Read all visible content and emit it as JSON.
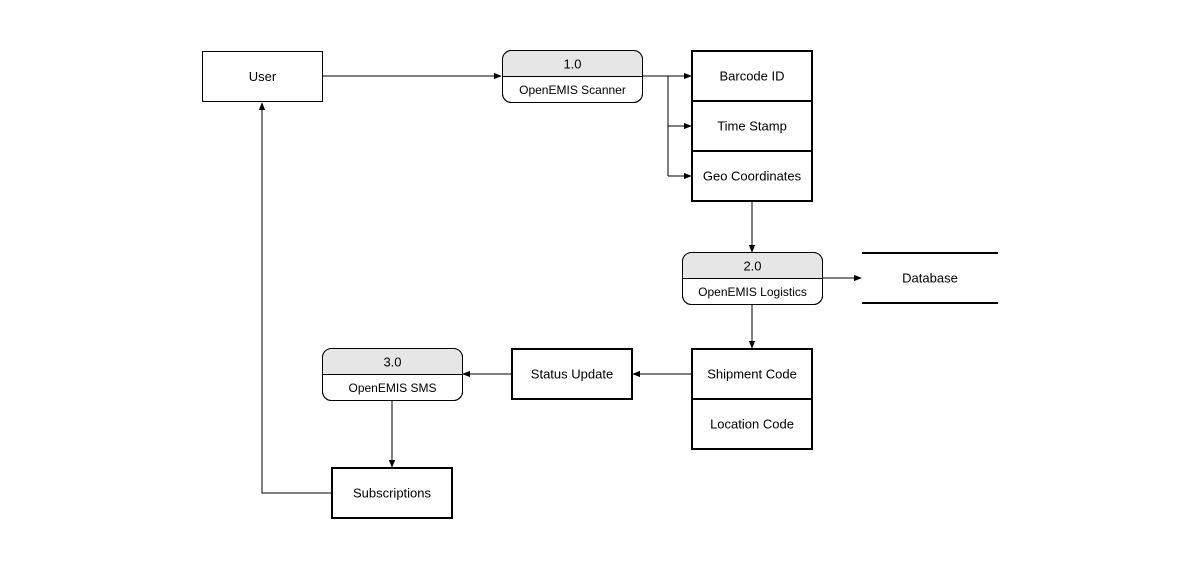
{
  "external_entity": {
    "user": "User"
  },
  "processes": [
    {
      "number": "1.0",
      "name": "OpenEMIS Scanner"
    },
    {
      "number": "2.0",
      "name": "OpenEMIS Logistics"
    },
    {
      "number": "3.0",
      "name": "OpenEMIS SMS"
    }
  ],
  "scanner_data": {
    "barcode": "Barcode ID",
    "timestamp": "Time Stamp",
    "geo": "Geo Coordinates"
  },
  "data_store": {
    "database": "Database"
  },
  "logistics_data": {
    "shipment": "Shipment Code",
    "location": "Location Code"
  },
  "status_update": "Status Update",
  "subscriptions": "Subscriptions",
  "colors": {
    "process_header": "#e6e6e6",
    "stroke": "#000000",
    "background": "#ffffff"
  }
}
